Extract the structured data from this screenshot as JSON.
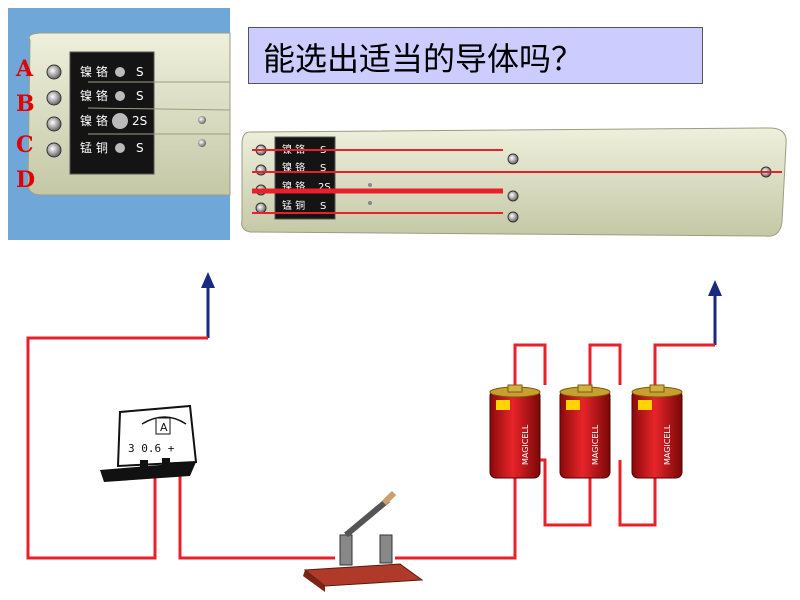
{
  "title": "能选出适当的导体吗？",
  "wire_labels": [
    "A",
    "B",
    "C",
    "D"
  ],
  "plate_rows": [
    {
      "material": "镍 铬",
      "size": "S"
    },
    {
      "material": "镍 铬",
      "size": "S"
    },
    {
      "material": "镍 铬",
      "size": "2S"
    },
    {
      "material": "锰 铜",
      "size": "S"
    }
  ],
  "ammeter": {
    "face_label": "A",
    "scale_text": "3  0.6  +"
  },
  "battery_label": "MAGICELL",
  "colors": {
    "wire": "#e8202a",
    "arrow": "#1a2a80",
    "title_bg": "#ccccff",
    "board": "#dcdcc0",
    "photo_bg": "#6fa8d8"
  }
}
